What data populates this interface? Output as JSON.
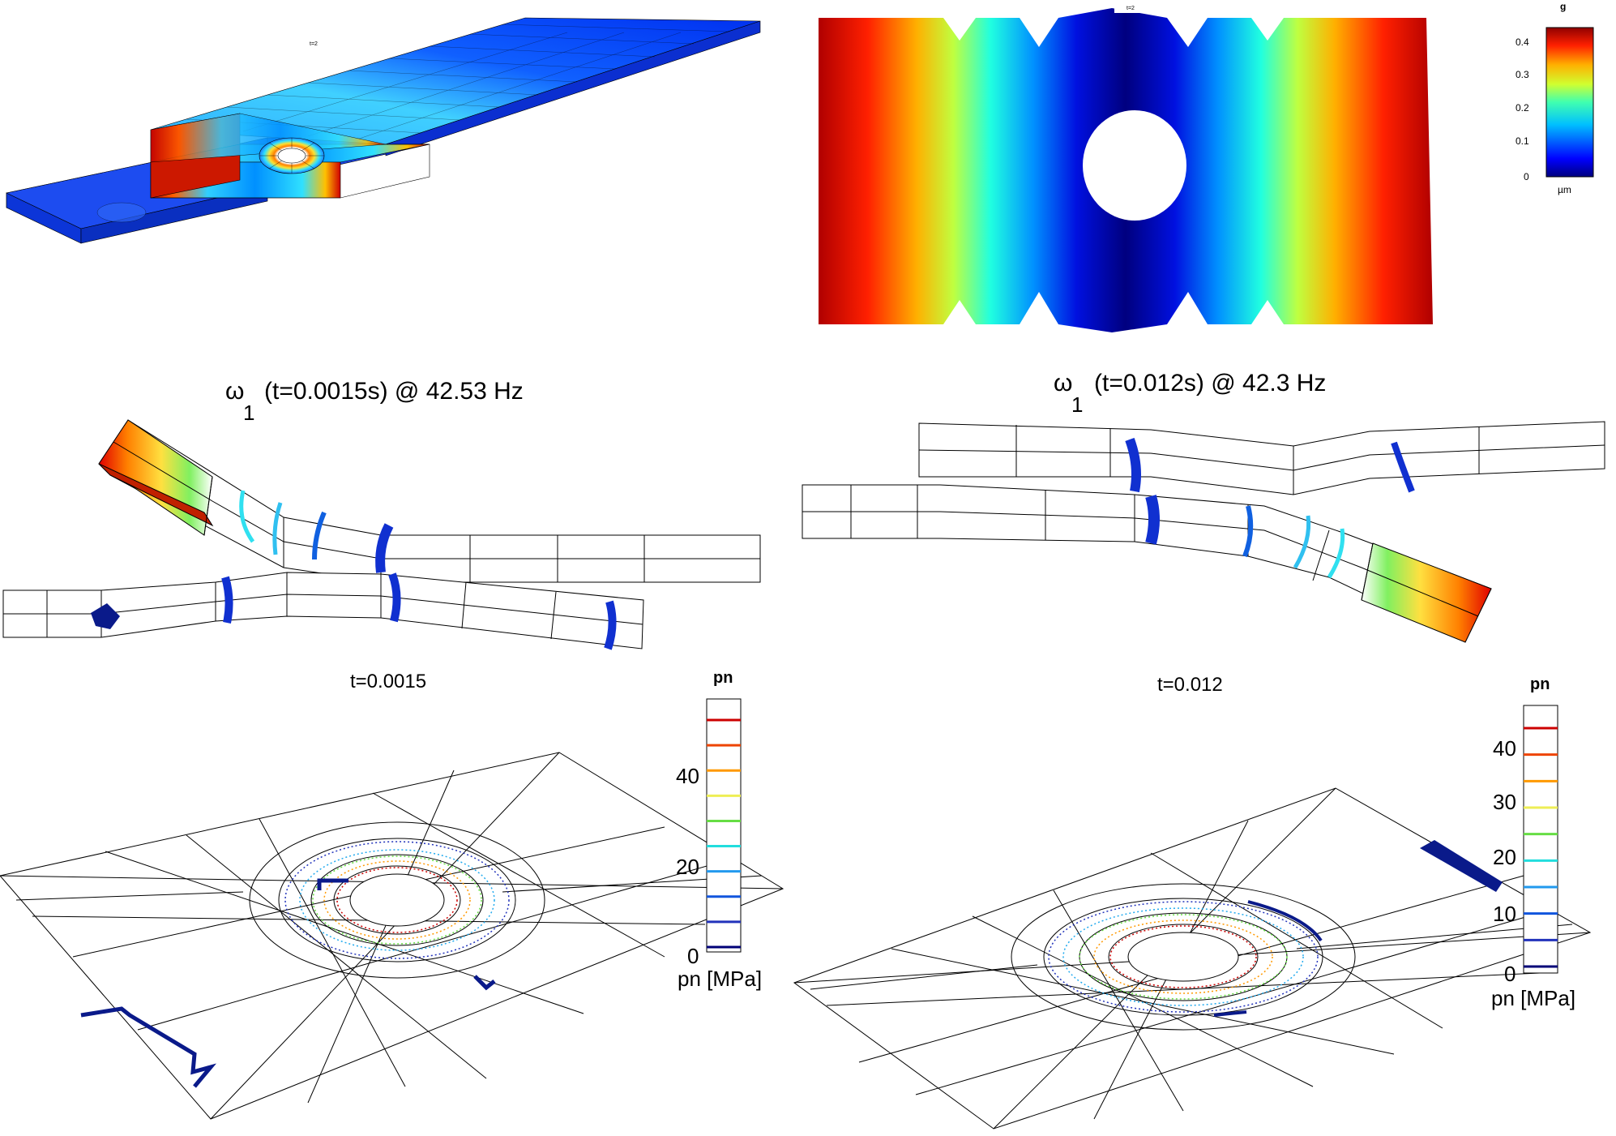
{
  "panel_top_left": {
    "time_label": "t=2"
  },
  "panel_top_right": {
    "time_label": "t=2",
    "colorbar": {
      "title": "g",
      "ticks": [
        "0.4",
        "0.3",
        "0.2",
        "0.1",
        "0"
      ],
      "unit": "µm"
    }
  },
  "panel_mid_left": {
    "omega": "ω",
    "sub": "1",
    "title": "(t=0.0015s) @ 42.53 Hz"
  },
  "panel_mid_right": {
    "omega": "ω",
    "sub": "1",
    "title": "(t=0.012s) @ 42.3 Hz"
  },
  "panel_bot_left": {
    "time_label": "t=0.0015",
    "legend": {
      "title": "pn",
      "ticks": [
        "40",
        "20",
        "0"
      ],
      "unit": "pn [MPa]",
      "colors": [
        "#cc0000",
        "#ee4400",
        "#ff9900",
        "#eeee55",
        "#66dd44",
        "#22dddd",
        "#2299ee",
        "#1155dd",
        "#2233bb",
        "#000077"
      ]
    }
  },
  "panel_bot_right": {
    "time_label": "t=0.012",
    "legend": {
      "title": "pn",
      "ticks": [
        "40",
        "30",
        "20",
        "10",
        "0"
      ],
      "unit": "pn [MPa]",
      "colors": [
        "#cc0000",
        "#ee4400",
        "#ff9900",
        "#eeee55",
        "#66dd44",
        "#22dddd",
        "#2299ee",
        "#1155dd",
        "#2233bb",
        "#000077"
      ]
    }
  }
}
